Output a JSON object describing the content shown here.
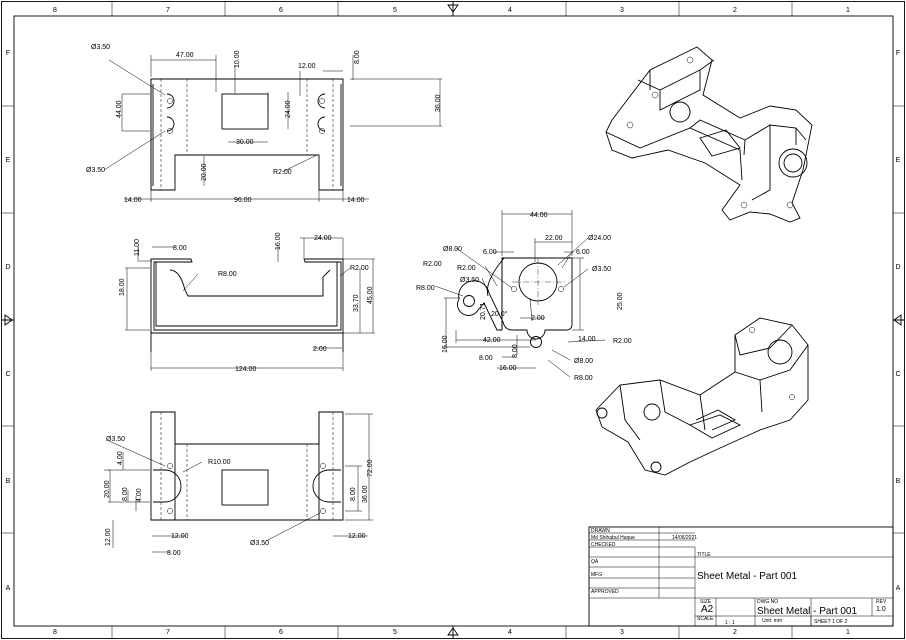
{
  "zones": {
    "columns": [
      "8",
      "7",
      "6",
      "5",
      "4",
      "3",
      "2",
      "1"
    ],
    "rows": [
      "F",
      "E",
      "D",
      "C",
      "B",
      "A"
    ]
  },
  "dims": {
    "top": [
      "Ø3.50",
      "47.00",
      "10.00",
      "12.00",
      "8.00",
      "44.00",
      "24.00",
      "36.00",
      "30.00",
      "Ø3.50",
      "20.00",
      "R2.00",
      "14.00",
      "96.00",
      "14.00"
    ],
    "front": [
      "8.00",
      "11.00",
      "16.00",
      "24.00",
      "R8.00",
      "R2.00",
      "18.00",
      "33.70",
      "45.00",
      "2.00",
      "124.00"
    ],
    "bottom": [
      "Ø3.50",
      "4.00",
      "R10.00",
      "72.00",
      "20.00",
      "8.00",
      "4.00",
      "8.00",
      "36.00",
      "12.00",
      "12.00",
      "8.00",
      "Ø3.50",
      "12.00"
    ],
    "side": [
      "44.00",
      "22.00",
      "Ø24.00",
      "6.00",
      "6.00",
      "Ø3.50",
      "Ø8.00",
      "R2.00",
      "R2.00",
      "Ø3.50",
      "R8.00",
      "20.71",
      "20.0°",
      "2.00",
      "25.00",
      "42.00",
      "14.00",
      "R2.00",
      "16.00",
      "8.00",
      "8.00",
      "16.00",
      "Ø8.00",
      "R8.00"
    ]
  },
  "title_block": {
    "drawn_label": "DRAWN",
    "drawn_by": "Md Shihabul Haque",
    "drawn_date": "14/06/2021",
    "checked_label": "CHECKED",
    "qa_label": "QA",
    "mfg_label": "MFG",
    "approved_label": "APPROVED",
    "title_label": "TITLE",
    "title": "Sheet Metal - Part 001",
    "size_label": "SIZE",
    "size": "A2",
    "dwg_label": "DWG NO",
    "dwg_no": "Sheet Metal - Part 001",
    "rev_label": "REV",
    "rev": "1.0",
    "scale_label": "SCALE",
    "scale": "1 : 1",
    "units": "Unit: mm",
    "sheet": "SHEET 1  OF 2"
  }
}
